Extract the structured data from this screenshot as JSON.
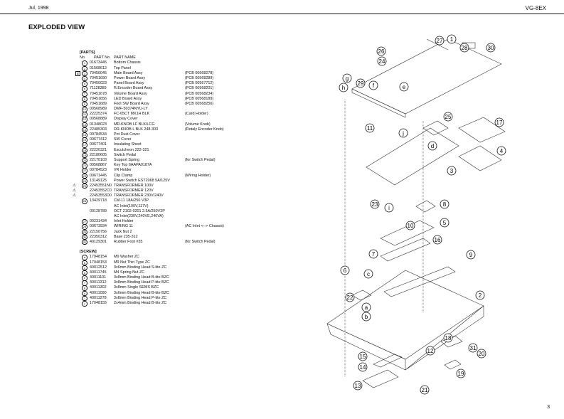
{
  "header": {
    "date": "Jul, 1998",
    "model": "VG-8EX"
  },
  "title": "EXPLODED VIEW",
  "parts_section": {
    "label": "[PARTS]",
    "columns": [
      "No.",
      "PART No.",
      "PART NAME"
    ],
    "rows": [
      {
        "mark": "",
        "no": "1",
        "part": "01673445",
        "name": "Bottom Chassis",
        "note": ""
      },
      {
        "mark": "",
        "no": "2",
        "part": "01568612",
        "name": "Top Panel",
        "note": ""
      },
      {
        "mark": "E",
        "no": "3",
        "part": "70450045",
        "name": "Main Board Assy",
        "note": "(PCB 00568278)"
      },
      {
        "mark": "",
        "no": "4",
        "part": "70451690",
        "name": "Power Board Assy",
        "note": "(PCB 00568289)"
      },
      {
        "mark": "",
        "no": "5",
        "part": "70450023",
        "name": "Panel Board Assy",
        "note": "(PCB 00567712)"
      },
      {
        "mark": "",
        "no": "6",
        "part": "71128389",
        "name": "R.Encoder Board Assy",
        "note": "(PCB 00568201)"
      },
      {
        "mark": "",
        "no": "7",
        "part": "70451678",
        "name": "Volume Board Assy",
        "note": "(PCB 00568234)"
      },
      {
        "mark": "",
        "no": "8",
        "part": "70451656",
        "name": "LED Board Assy",
        "note": "(PCB 00568189)"
      },
      {
        "mark": "",
        "no": "9",
        "part": "70451689",
        "name": "Foot SW Board Assy",
        "note": "(PCB 00568256)"
      },
      {
        "mark": "",
        "no": "10",
        "part": "00568989",
        "name": "DMF-50374NYU-LY",
        "note": ""
      },
      {
        "mark": "",
        "no": "11",
        "part": "22225374",
        "name": "FC-65CT MX1H BLK",
        "note": "(Card Holder)"
      },
      {
        "mark": "",
        "no": "12",
        "part": "00568889",
        "name": "Display Cover",
        "note": ""
      },
      {
        "mark": "",
        "no": "13",
        "part": "01348023",
        "name": "MR-KNOB LF BLK/LCG",
        "note": "(Volume Knob)"
      },
      {
        "mark": "",
        "no": "14",
        "part": "22485303",
        "name": "DR-KNOB L BLK 248-303",
        "note": "(Rotaly Encoder Knob)"
      },
      {
        "mark": "",
        "no": "15",
        "part": "00784534",
        "name": "Pot Dust Cover",
        "note": ""
      },
      {
        "mark": "",
        "no": "16",
        "part": "00677412",
        "name": "SW Cover",
        "note": ""
      },
      {
        "mark": "",
        "no": "17",
        "part": "00677401",
        "name": "Insulating Sheet",
        "note": ""
      },
      {
        "mark": "",
        "no": "18",
        "part": "22220321",
        "name": "Escutcheon 222-321",
        "note": ""
      },
      {
        "mark": "",
        "no": "19",
        "part": "22180605",
        "name": "Switch Pedal",
        "note": ""
      },
      {
        "mark": "",
        "no": "20",
        "part": "22170103",
        "name": "Support Spring",
        "note": "(for Switch Pedal)"
      },
      {
        "mark": "",
        "no": "21",
        "part": "00568867",
        "name": "Key Top 6AAPA0187A",
        "note": ""
      },
      {
        "mark": "",
        "no": "22",
        "part": "00784523",
        "name": "VR Holder",
        "note": ""
      },
      {
        "mark": "",
        "no": "23",
        "part": "00671445",
        "name": "Clip Clamp",
        "note": "(Wiring Holder)"
      },
      {
        "mark": "",
        "no": "24",
        "part": "13149125",
        "name": "Power Switch EST2068 5A/125V",
        "note": ""
      },
      {
        "mark": "⚠",
        "no": "25",
        "part": "22453551N0",
        "name": "TRANSFORMER 100V",
        "note": ""
      },
      {
        "mark": "⚠",
        "no": "",
        "part": "22453552C0",
        "name": "TRANSFORMER 120V",
        "note": ""
      },
      {
        "mark": "⚠",
        "no": "",
        "part": "22453553D0",
        "name": "TRANSFORMER 230V/240V",
        "note": ""
      },
      {
        "mark": "",
        "no": "26",
        "part": "13429718",
        "name": "CM-11 18A/250 V3P",
        "note": ""
      },
      {
        "mark": "",
        "no": "",
        "part": "",
        "name": "AC Inlet(100V,117V)",
        "note": ""
      },
      {
        "mark": "",
        "no": "",
        "part": "00128789",
        "name": "OCT 2102-0201 2.5A/250V2P",
        "note": ""
      },
      {
        "mark": "",
        "no": "",
        "part": "",
        "name": "AC Inlet(230V,240VE,240VA)",
        "note": ""
      },
      {
        "mark": "",
        "no": "27",
        "part": "00231434",
        "name": "Inlet Holder",
        "note": ""
      },
      {
        "mark": "",
        "no": "28",
        "part": "00673934",
        "name": "WIRING 11",
        "note": "(AC Inlet <--> Chassis)"
      },
      {
        "mark": "",
        "no": "29",
        "part": "22150756",
        "name": "Jack Nut 2",
        "note": ""
      },
      {
        "mark": "",
        "no": "30",
        "part": "22350312",
        "name": "Base 235-312",
        "note": ""
      },
      {
        "mark": "",
        "no": "31",
        "part": "40129301",
        "name": "Rubber Foot #35",
        "note": "(for Switch Pedal)"
      }
    ]
  },
  "screw_section": {
    "label": "[SCREW]",
    "rows": [
      {
        "no": "a",
        "part": "17048154",
        "name": "M9 Washer ZC"
      },
      {
        "no": "b",
        "part": "17048153",
        "name": "M9 Nut Thin Type ZC"
      },
      {
        "no": "c",
        "part": "40012512",
        "name": "3x6mm Binding Head S-tite ZC"
      },
      {
        "no": "d",
        "part": "40011745",
        "name": "M4 Spring Nut ZC"
      },
      {
        "no": "e",
        "part": "40011101",
        "name": "3x8mm Binding Head B-tite BZC"
      },
      {
        "no": "f",
        "part": "40011312",
        "name": "3x8mm Binding Head P-tite BZC"
      },
      {
        "no": "g",
        "part": "40011302",
        "name": "3x8mm Single SEMS BZC"
      },
      {
        "no": "h",
        "part": "40011090",
        "name": "3x6mm Binding Head B-tite BZC"
      },
      {
        "no": "i",
        "part": "40011278",
        "name": "3x8mm Binding Head P-tite ZC"
      },
      {
        "no": "j",
        "part": "17048155",
        "name": "2x4mm Binding Head B-tite ZC"
      }
    ]
  },
  "diagram": {
    "callouts": [
      "1",
      "2",
      "3",
      "4",
      "5",
      "6",
      "7",
      "8",
      "9",
      "10",
      "11",
      "12",
      "13",
      "14",
      "15",
      "16",
      "17",
      "18",
      "19",
      "20",
      "21",
      "22",
      "23",
      "24",
      "25",
      "26",
      "27",
      "28",
      "29",
      "30",
      "31",
      "a",
      "b",
      "c",
      "d",
      "e",
      "f",
      "g",
      "h",
      "i",
      "j"
    ]
  },
  "page_number": "3"
}
